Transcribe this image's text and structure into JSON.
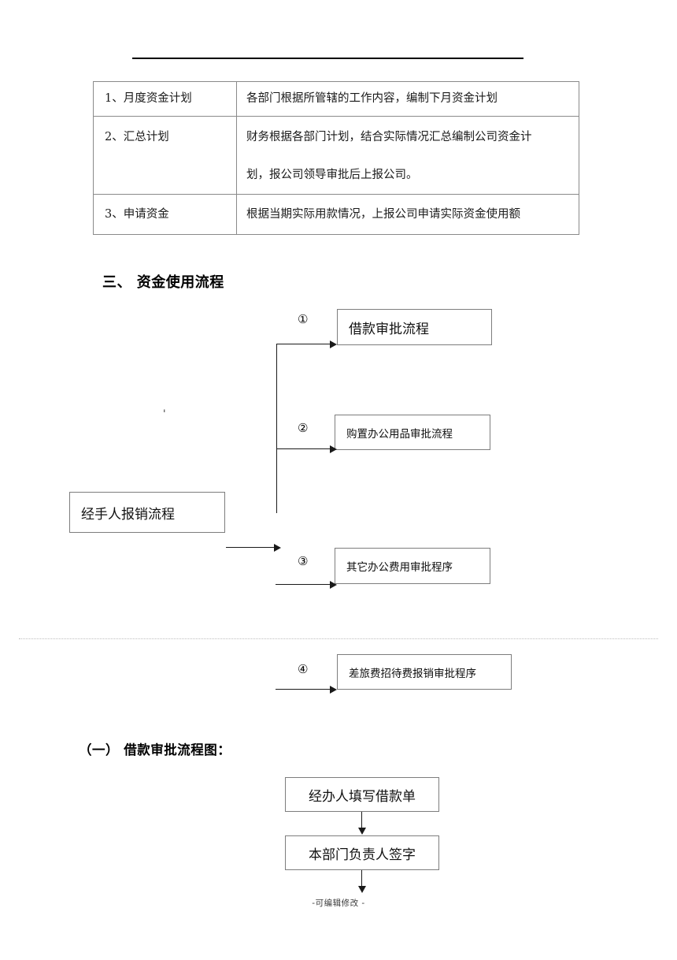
{
  "document": {
    "top_rule": "horizontal-rule",
    "footer_note": "-可编辑修改 -"
  },
  "plan_table": {
    "rows": [
      {
        "label": "1、月度资金计划",
        "lines": [
          "各部门根据所管辖的工作内容，编制下月资金计划"
        ]
      },
      {
        "label": "2、汇总计划",
        "lines": [
          "财务根据各部门计划，结合实际情况汇总编制公司资金计",
          "划，报公司领导审批后上报公司。"
        ]
      },
      {
        "label": "3、申请资金",
        "lines": [
          "根据当期实际用款情况，上报公司申请实际资金使用额"
        ]
      }
    ]
  },
  "section_three": {
    "heading": "三、  资金使用流程",
    "source_box": "经手人报销流程",
    "branches": [
      {
        "number": "①",
        "label": "借款审批流程"
      },
      {
        "number": "②",
        "label": "购置办公用品审批流程"
      },
      {
        "number": "③",
        "label": "其它办公费用审批程序"
      },
      {
        "number": "④",
        "label": "差旅费招待费报销审批程序"
      }
    ],
    "stray_mark": "'"
  },
  "section_one": {
    "heading": "（一）  借款审批流程图：",
    "steps": [
      {
        "label": "经办人填写借款单"
      },
      {
        "label": "本部门负责人签字"
      }
    ]
  }
}
